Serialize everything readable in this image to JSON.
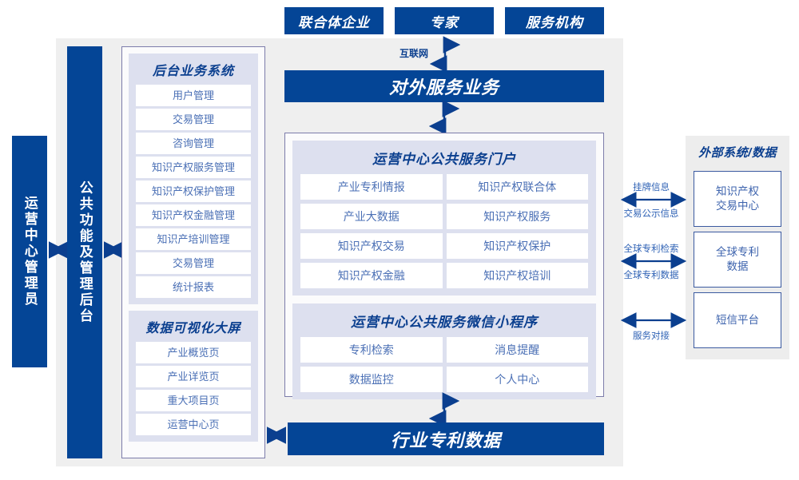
{
  "top_actors": [
    {
      "label": "联合体企业"
    },
    {
      "label": "专家"
    },
    {
      "label": "服务机构"
    }
  ],
  "internet_label": "互联网",
  "external_service_bar": "对外服务业务",
  "industry_data_bar": "行业专利数据",
  "left_columns": [
    {
      "name": "operator-admin",
      "label": "运营中心管理员"
    },
    {
      "name": "common-function-admin",
      "label": "公共功能及管理后台"
    }
  ],
  "backend_panel": {
    "title": "后台业务系统",
    "items": [
      "用户管理",
      "交易管理",
      "咨询管理",
      "知识产权服务管理",
      "知识产权保护管理",
      "知识产权金融管理",
      "知识产培训管理",
      "交易管理",
      "统计报表"
    ]
  },
  "dataviz_panel": {
    "title": "数据可视化大屏",
    "items": [
      "产业概览页",
      "产业详览页",
      "重大项目页",
      "运营中心页"
    ]
  },
  "portal_panel": {
    "title": "运营中心公共服务门户",
    "items": [
      "产业专利情报",
      "知识产权联合体",
      "产业大数据",
      "知识产权服务",
      "知识产权交易",
      "知识产权保护",
      "知识产权金融",
      "知识产权培训"
    ]
  },
  "miniprogram_panel": {
    "title": "运营中心公共服务微信小程序",
    "items": [
      "专利检索",
      "消息提醒",
      "数据监控",
      "个人中心"
    ]
  },
  "external_panel": {
    "title": "外部系统/数据",
    "boxes": [
      {
        "label": "知识产权\n交易中心"
      },
      {
        "label": "全球专利\n数据"
      },
      {
        "label": "短信平台"
      }
    ],
    "connectors": [
      {
        "above": "挂牌信息",
        "below": "交易公示信息"
      },
      {
        "above": "全球专利检索",
        "below": "全球专利数据"
      },
      {
        "above": "",
        "below": "服务对接"
      }
    ]
  },
  "colors": {
    "deep_blue": "#044596",
    "panel_lavender": "#dde0ef",
    "stage_gray": "#efefef",
    "cell_text": "#4a6fb5",
    "card_border": "#7c7caa"
  }
}
